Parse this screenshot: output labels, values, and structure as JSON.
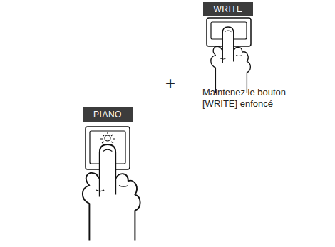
{
  "diagram": {
    "nodes": [
      {
        "text": [
          "PIANO"
        ]
      },
      {
        "text": [
          "WRITE"
        ]
      }
    ],
    "labels": [
      "+",
      "Maintenez le bouton [WRITE] enfoncé"
    ]
  }
}
